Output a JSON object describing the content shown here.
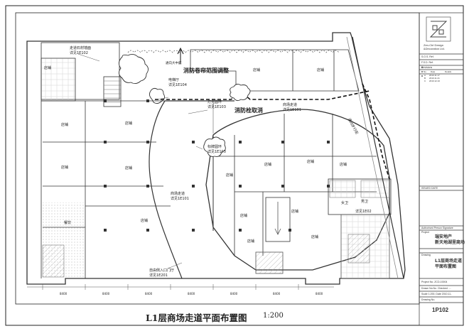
{
  "sheet": {
    "drawing_title": "L1层商场走道平面布置图",
    "drawing_scale": "1:200"
  },
  "plan": {
    "annotations": {
      "corridor_detail_1e102": "走道石材墙面\n详见1E102",
      "atrium_note": "通向大中庭",
      "elevator_hall": "电梯厅\n详见1E104",
      "fire_shutter_adjust": "消防卷帘范围调整",
      "light_ring": "灯光圆环\n详见1E103",
      "fire_hydrant_cancel": "消防栓取消",
      "mall_corridor_top": "商场走道\n详见1E101",
      "mall_corridor_mid": "商场走道\n详见1E101",
      "sign_ring": "标牌圆环\n详见1E103",
      "side_entrance": "自由侧入口门厅\n详见1E201",
      "outdoor_street": "通向步行街",
      "toilet_men": "男卫",
      "toilet_women": "女卫",
      "toilet_detail": "详见1E02"
    },
    "rooms": [
      "店铺",
      "店铺",
      "店铺",
      "店铺",
      "店铺",
      "店铺",
      "店铺",
      "店铺",
      "店铺",
      "店铺",
      "店铺",
      "店铺",
      "店铺",
      "店铺",
      "店铺",
      "店铺",
      "餐饮"
    ],
    "grid_labels": [
      "8400",
      "8400",
      "8400",
      "8400",
      "8400",
      "8400",
      "8400"
    ]
  },
  "title_block": {
    "firm_line1": "Zen-Ctrl Design",
    "firm_line2": "&Decoration Ltd.",
    "sos_ref": "S.O.S. Ref.",
    "fsd_ref": "F.S.D. Ref.",
    "revisions_label": "Revisions",
    "rev_header": [
      "No.",
      "Date",
      "Details"
    ],
    "revisions": [
      [
        "A",
        "2010.11.17",
        ""
      ],
      [
        "B",
        "2010.11.21",
        ""
      ],
      [
        "C",
        "2010.12.10",
        ""
      ]
    ],
    "issued_label": "ISSUED DATE",
    "authorised_label": "Authorised Person Signature",
    "project_label": "Project",
    "project_name": "瑞安地产\n新天地湖里商场",
    "drawing_label": "Drawing",
    "drawing_name": "L1层商场走道\n平面布置图",
    "project_no": "Project No.   ZCD-10004",
    "drawn_checked": "Drawn  No.No.  Checked  ....",
    "scale_date": "Scale  1:200,  Date 2010.11..",
    "drawing_no_label": "Drawing No.",
    "drawing_no": "1P102"
  },
  "colors": {
    "line": "#333333",
    "light_line": "#8a8a8a",
    "hatch": "#b5b5b5",
    "cloud": "#555555",
    "red_mark": "#444444"
  }
}
